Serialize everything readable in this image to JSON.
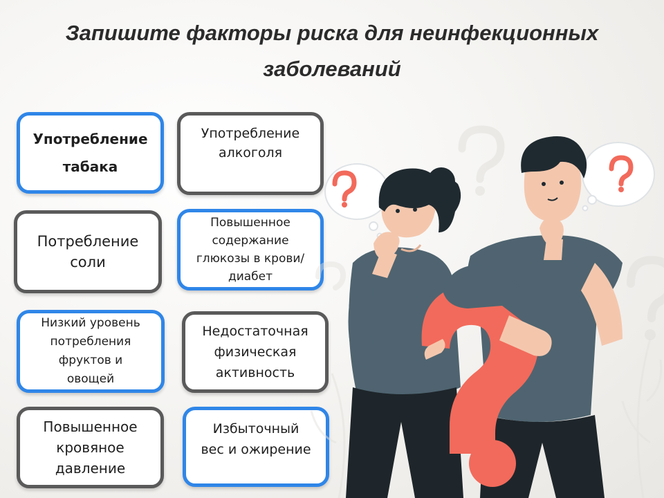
{
  "slide": {
    "title": "Запишите факторы риска для неинфекционных заболеваний"
  },
  "cards": [
    {
      "lines": [
        "Употребление",
        "табака"
      ],
      "border": "blue"
    },
    {
      "lines": [
        "Употребление",
        "алкоголя"
      ],
      "border": "dark-gray"
    },
    {
      "lines": [
        "Потребление",
        "соли"
      ],
      "border": "dark-gray"
    },
    {
      "lines": [
        "Повышенное",
        "содержание",
        "глюкозы в крови/",
        "диабет"
      ],
      "border": "blue"
    },
    {
      "lines": [
        "Низкий уровень",
        "потребления",
        "фруктов и",
        "овощей"
      ],
      "border": "blue"
    },
    {
      "lines": [
        "Недостаточная",
        "физическая",
        "активность"
      ],
      "border": "dark-gray"
    },
    {
      "lines": [
        "Повышенное",
        "кровяное",
        "давление"
      ],
      "border": "dark-gray"
    },
    {
      "lines": [
        "Избыточный",
        "вес и ожирение"
      ],
      "border": "blue"
    }
  ],
  "colors": {
    "blue_border": "#2f86e8",
    "gray_border": "#5a5a5a",
    "question_red": "#f26a5b",
    "shirt": "#4f6470",
    "hair": "#1f2a30",
    "skin": "#f4c7ad"
  },
  "illustration": {
    "icons": [
      "question-mark-icon",
      "thought-bubble-icon",
      "thinking-woman",
      "thinking-man"
    ]
  }
}
